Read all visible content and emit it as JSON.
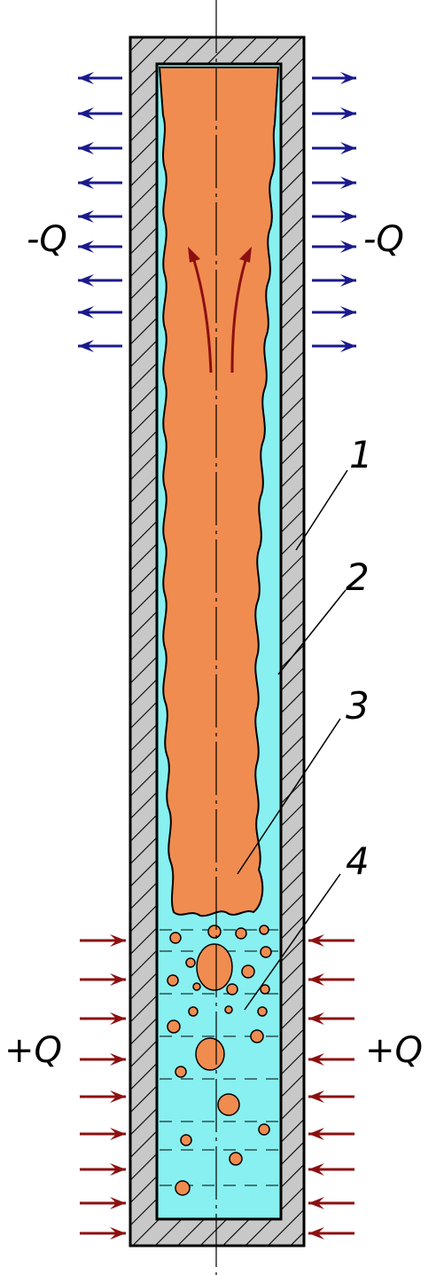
{
  "labels": {
    "heat_out_left": "-Q",
    "heat_out_right": "-Q",
    "heat_in_left": "+Q",
    "heat_in_right": "+Q"
  },
  "callouts": [
    {
      "id": "1",
      "text": "1"
    },
    {
      "id": "2",
      "text": "2"
    },
    {
      "id": "3",
      "text": "3"
    },
    {
      "id": "4",
      "text": "4"
    }
  ],
  "colors": {
    "wall": "#c8c8c8",
    "hatch": "#000000",
    "liquid": "#88f0f0",
    "vapor": "#f08c50",
    "cold_arrow": "#1a1a8c",
    "hot_arrow": "#8c1010",
    "flow_arrow": "#8c1010"
  }
}
